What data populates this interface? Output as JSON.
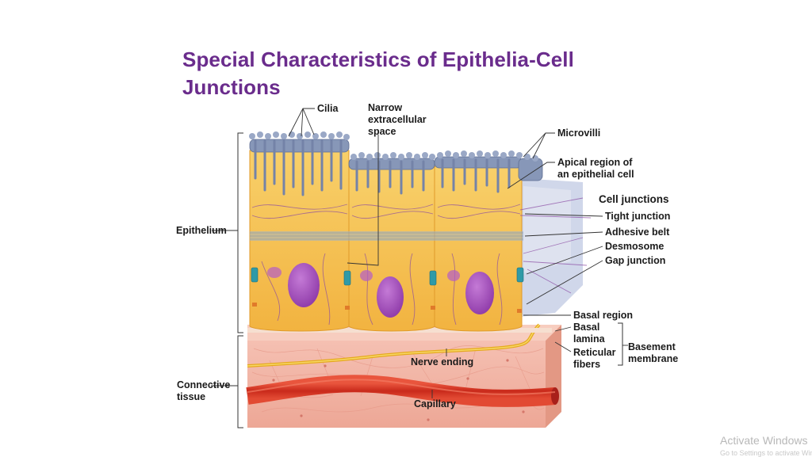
{
  "slide": {
    "title_line1": "Special Characteristics of Epithelia-Cell",
    "title_line2": "Junctions"
  },
  "labels": {
    "cilia": "Cilia",
    "narrow_1": "Narrow",
    "narrow_2": "extracellular",
    "narrow_3": "space",
    "microvilli": "Microvilli",
    "apical_1": "Apical region of",
    "apical_2": "an epithelial cell",
    "cell_junctions": "Cell junctions",
    "tight_junction": "Tight junction",
    "adhesive_belt": "Adhesive belt",
    "desmosome": "Desmosome",
    "gap_junction": "Gap junction",
    "epithelium": "Epithelium",
    "basal_region": "Basal region",
    "basal_lamina_1": "Basal",
    "basal_lamina_2": "lamina",
    "reticular_1": "Reticular",
    "reticular_2": "fibers",
    "basement_1": "Basement",
    "basement_2": "membrane",
    "connective_1": "Connective",
    "connective_2": "tissue",
    "nerve_ending": "Nerve ending",
    "capillary": "Capillary"
  },
  "colors": {
    "title": "#6a2c8c",
    "cytoplasm": "#f6c453",
    "cilia": "#8797b8",
    "nucleus": "#a24dbb",
    "connective": "#f3b3a4",
    "capillary": "#d83a26",
    "nerve": "#f1c22e"
  },
  "watermark": {
    "line1": "Activate Windows",
    "line2": "Go to Settings to activate Windows."
  }
}
